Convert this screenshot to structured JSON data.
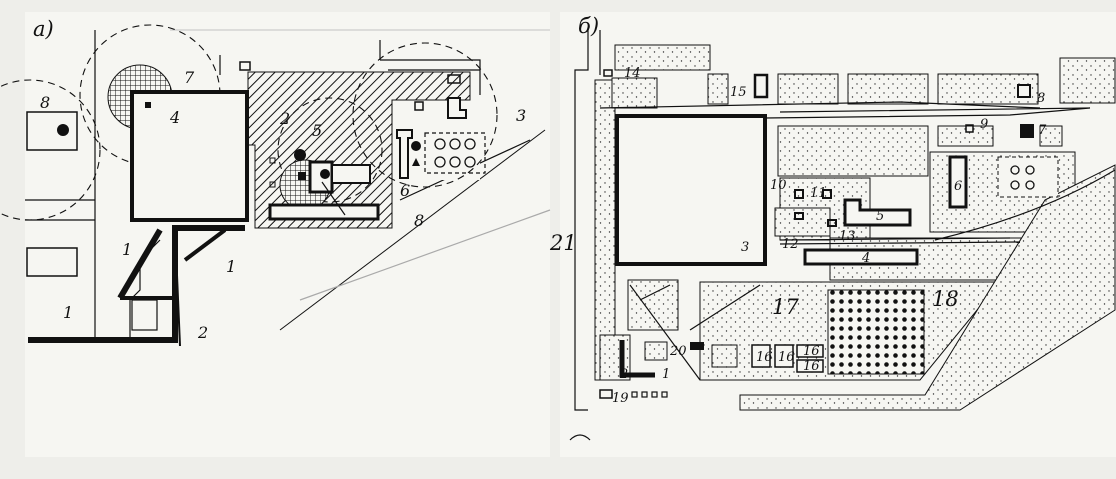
{
  "panel_a": {
    "letter": "а)",
    "labels": {
      "n1a": "1",
      "n1b": "1",
      "n1c": "1",
      "n2a": "2",
      "n2b": "2",
      "n3": "3",
      "n4": "4",
      "n5": "5",
      "n6": "6",
      "n7": "7",
      "n8a": "8",
      "n8b": "8"
    }
  },
  "panel_b": {
    "letter": "б)",
    "labels": {
      "n1": "1",
      "n2": "2",
      "n3": "3",
      "n4": "4",
      "n5": "5",
      "n6": "6",
      "n7": "7",
      "n8": "8",
      "n9": "9",
      "n10": "10",
      "n11": "11",
      "n12": "12",
      "n13": "13",
      "n14": "14",
      "n15": "15",
      "n16a": "16",
      "n16b": "16",
      "n16c": "16",
      "n16d": "16",
      "n17": "17",
      "n18": "18",
      "n19": "19",
      "n20": "20",
      "n21": "21"
    }
  },
  "colors": {
    "ink": "#111111",
    "paper": "#f6f6f2",
    "scan_bg": "#eeeeea",
    "ghost_text": "#b8b8b2"
  }
}
